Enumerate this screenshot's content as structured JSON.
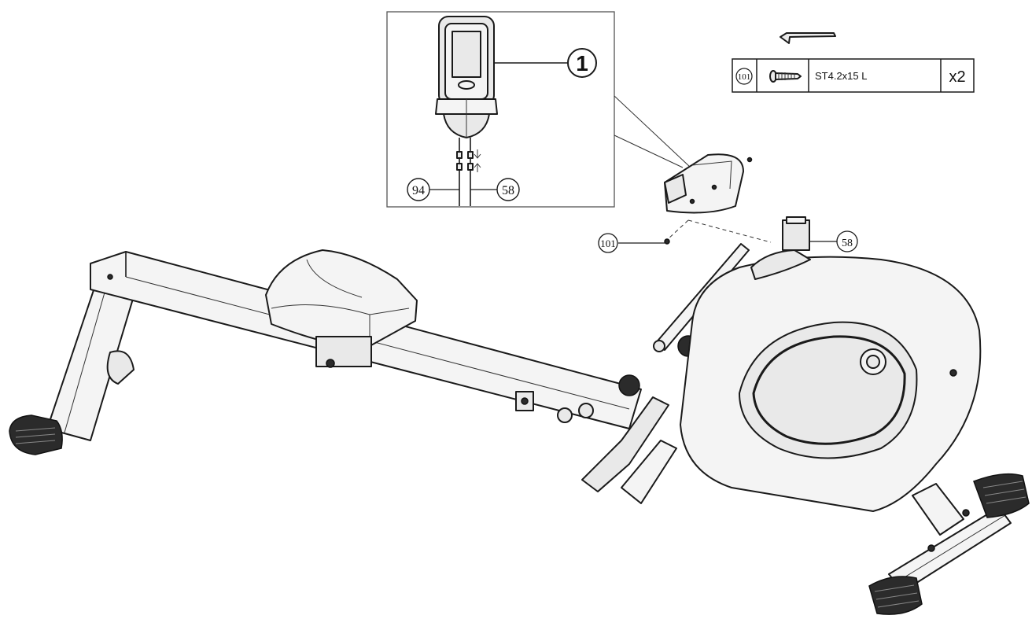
{
  "colors": {
    "line": "#1a1a1a",
    "fill": "#f4f4f4",
    "background": "#ffffff"
  },
  "callouts": {
    "console_part": "1",
    "cable_left": "94",
    "cable_right": "58",
    "screw_part": "101",
    "console_cable": "58",
    "screw_on_console": "101"
  },
  "hardware_table": {
    "part_no": "101",
    "icon": "screw-icon",
    "spec": "ST4.2x15 L",
    "qty": "x2"
  },
  "tool": {
    "icon": "allen-key-icon"
  }
}
